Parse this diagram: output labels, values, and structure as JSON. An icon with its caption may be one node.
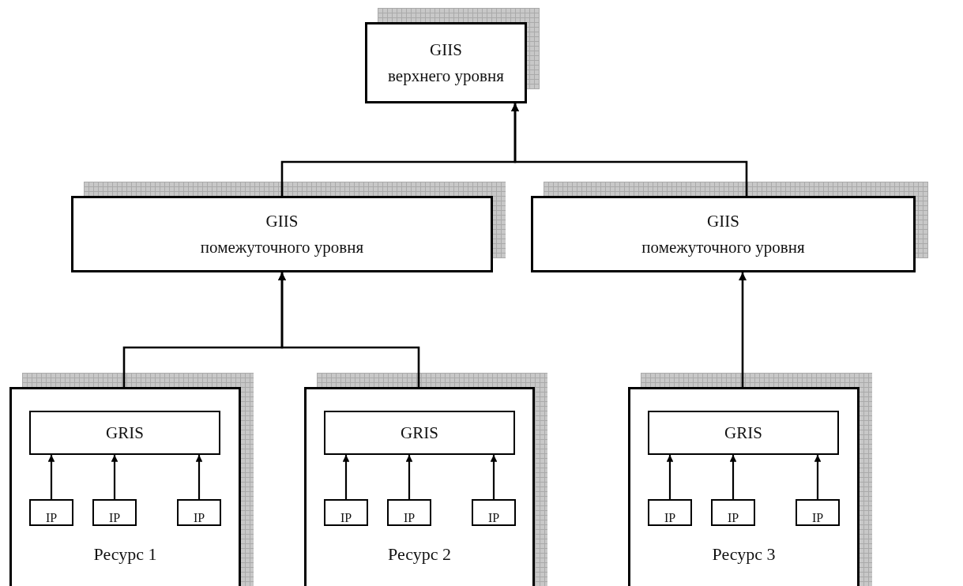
{
  "diagram": {
    "nodes": [
      {
        "text": [
          "GIIS",
          "верхнего уровня"
        ]
      },
      {
        "text": [
          "GIIS",
          "помежуточного  уровня"
        ]
      },
      {
        "text": [
          "GIIS",
          "помежуточного уровня"
        ]
      },
      {
        "text": [
          "Ресурс 1"
        ]
      },
      {
        "text": [
          "GRIS"
        ],
        "in": 3
      },
      {
        "text": [
          "IP"
        ],
        "in": 3
      },
      {
        "text": [
          "IP"
        ],
        "in": 3
      },
      {
        "text": [
          "IP"
        ],
        "in": 3
      },
      {
        "text": [
          "Ресурс 2"
        ]
      },
      {
        "text": [
          "GRIS"
        ],
        "in": 8
      },
      {
        "text": [
          "IP"
        ],
        "in": 8
      },
      {
        "text": [
          "IP"
        ],
        "in": 8
      },
      {
        "text": [
          "IP"
        ],
        "in": 8
      },
      {
        "text": [
          "Ресурс 3"
        ]
      },
      {
        "text": [
          "GRIS"
        ],
        "in": 13
      },
      {
        "text": [
          "IP"
        ],
        "in": 13
      },
      {
        "text": [
          "IP"
        ],
        "in": 13
      },
      {
        "text": [
          "IP"
        ],
        "in": 13
      }
    ],
    "edges": [
      {
        "from": 1,
        "to": 0,
        "arrow": "to"
      },
      {
        "from": 2,
        "to": 0,
        "arrow": "to"
      },
      {
        "from": 3,
        "to": 1,
        "arrow": "to"
      },
      {
        "from": 8,
        "to": 1,
        "arrow": "to"
      },
      {
        "from": 13,
        "to": 2,
        "arrow": "to"
      },
      {
        "from": 5,
        "to": 4,
        "arrow": "to"
      },
      {
        "from": 6,
        "to": 4,
        "arrow": "to"
      },
      {
        "from": 7,
        "to": 4,
        "arrow": "to"
      },
      {
        "from": 10,
        "to": 9,
        "arrow": "to"
      },
      {
        "from": 11,
        "to": 9,
        "arrow": "to"
      },
      {
        "from": 12,
        "to": 9,
        "arrow": "to"
      },
      {
        "from": 15,
        "to": 14,
        "arrow": "to"
      },
      {
        "from": 16,
        "to": 14,
        "arrow": "to"
      },
      {
        "from": 17,
        "to": 14,
        "arrow": "to"
      }
    ]
  }
}
